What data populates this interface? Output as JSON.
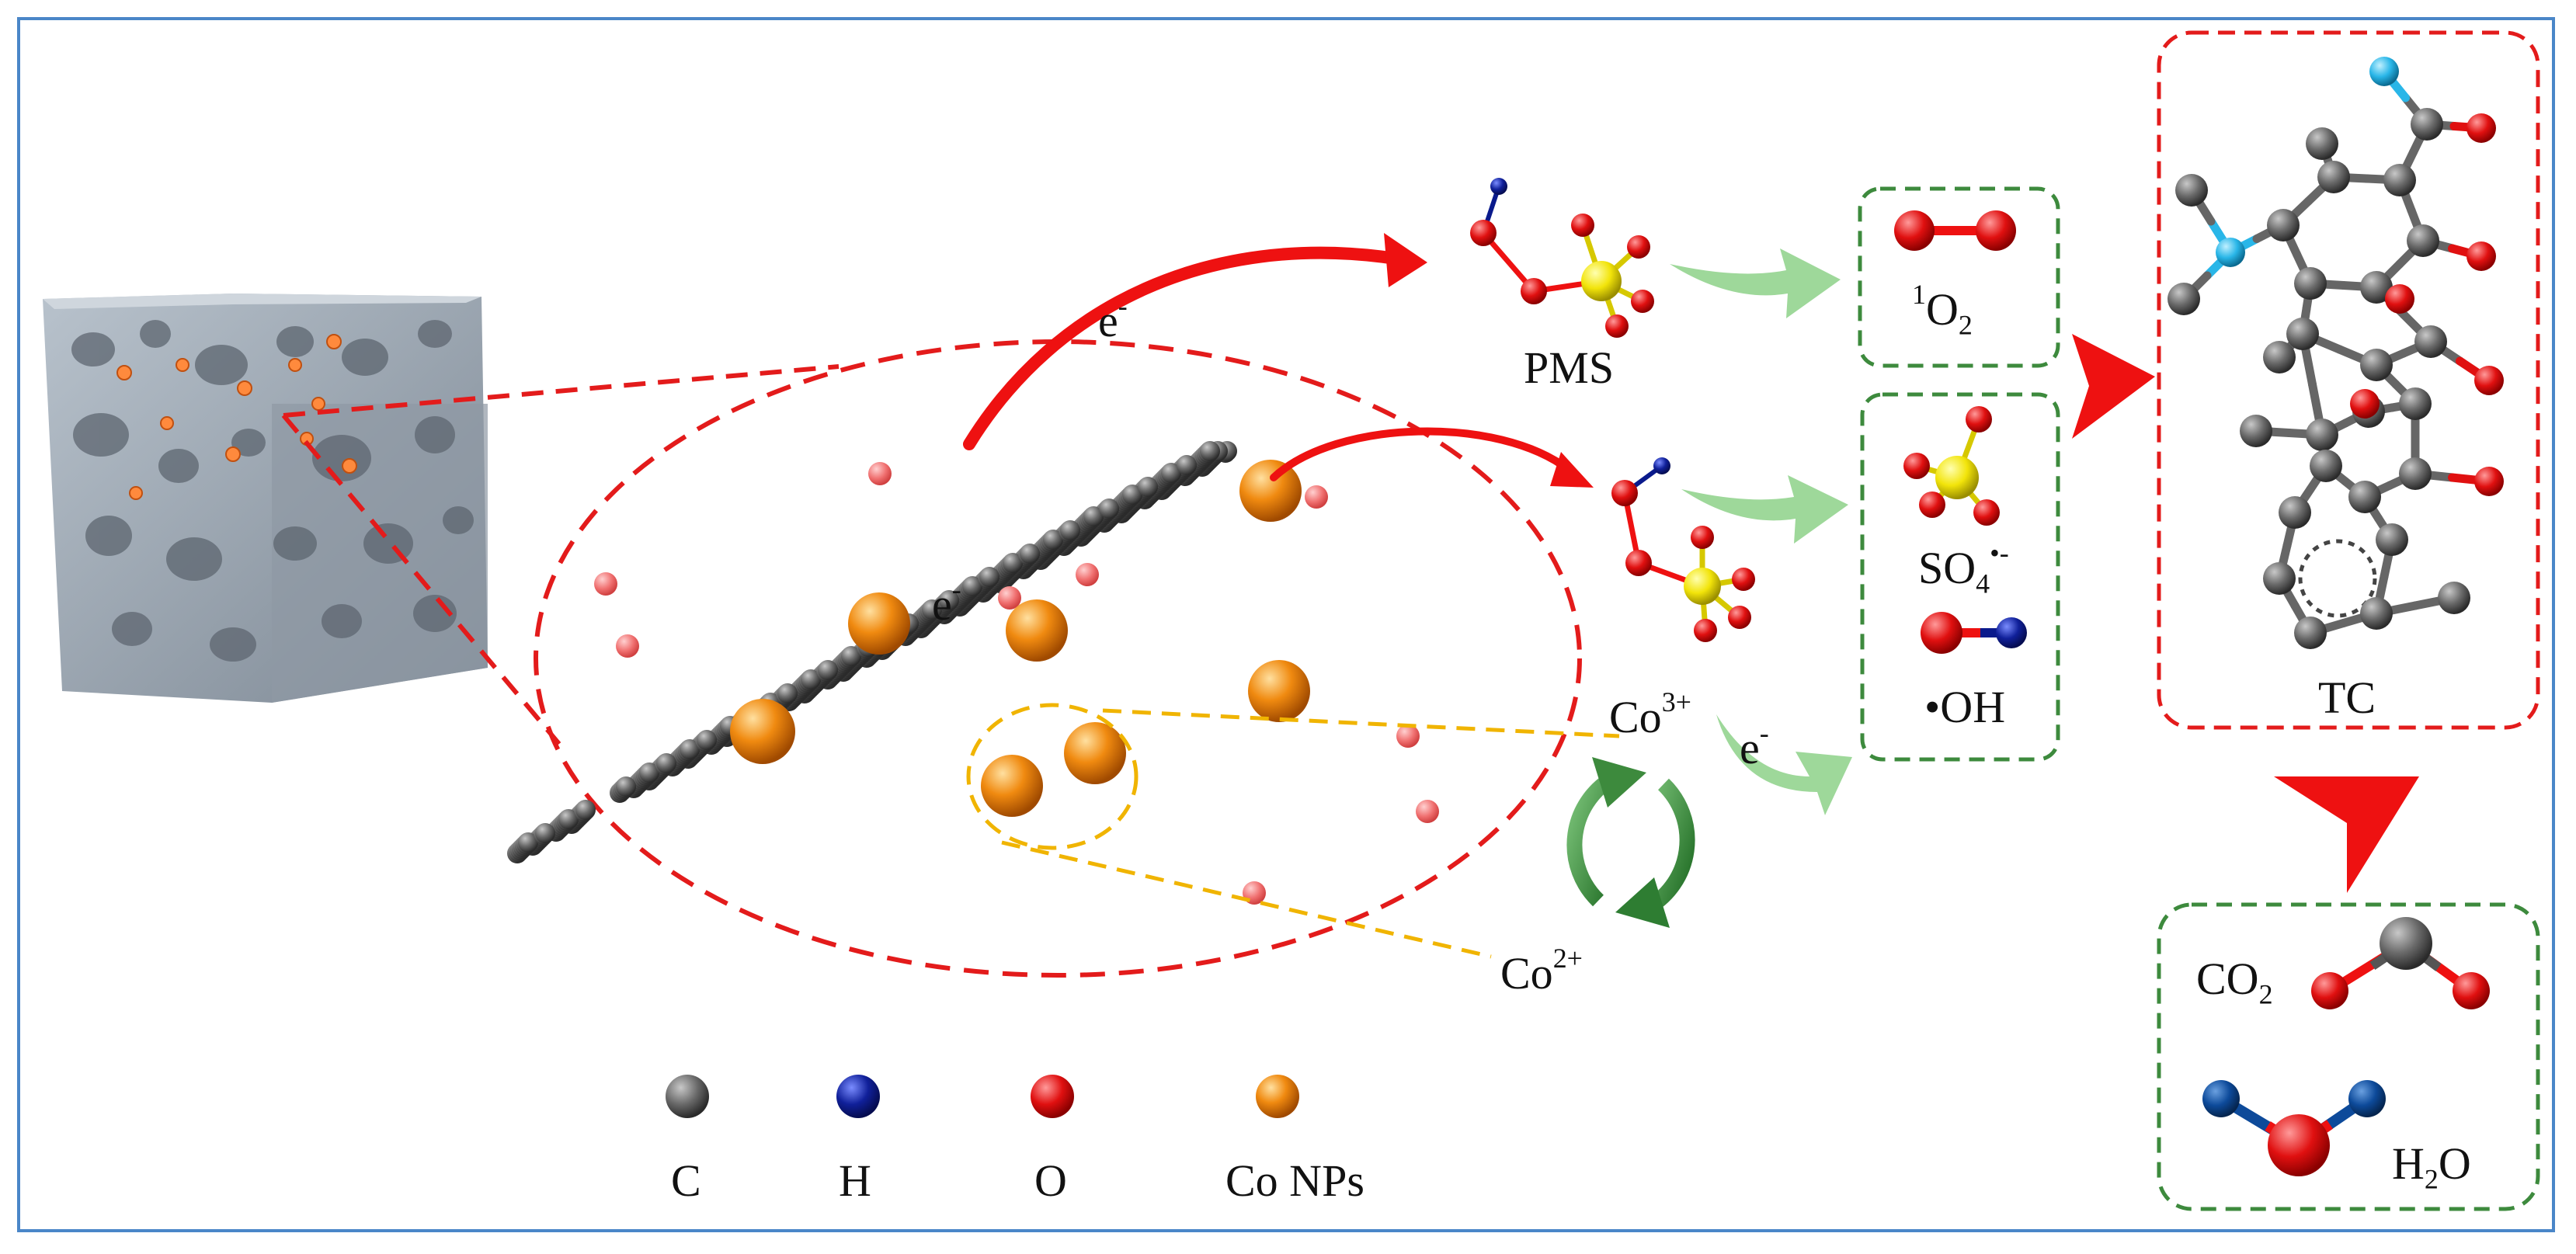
{
  "labels": {
    "e_top": "e",
    "e_top_sup": "-",
    "e_mid": "e",
    "e_mid_sup": "-",
    "e_right": "e",
    "e_right_sup": "-",
    "pms": "PMS",
    "singlet_oxygen_sup": "1",
    "singlet_oxygen_main": "O",
    "singlet_oxygen_sub": "2",
    "sulfate_radical_main": "SO",
    "sulfate_radical_sub": "4",
    "sulfate_radical_sup": "•-",
    "hydroxyl_radical": "•OH",
    "co3_main": "Co",
    "co3_sup": "3+",
    "co2_ion_main": "Co",
    "co2_ion_sup": "2+",
    "tc": "TC",
    "carbon_dioxide_main": "CO",
    "carbon_dioxide_sub": "2",
    "water_main": "H",
    "water_sub": "2",
    "water_end": "O"
  },
  "legend": [
    {
      "label": "C",
      "color": "#6b6b6b"
    },
    {
      "label": "H",
      "color": "#1a1aa8"
    },
    {
      "label": "O",
      "color": "#e01010"
    },
    {
      "label": "Co NPs",
      "color": "#f08a10"
    }
  ],
  "colors": {
    "frame": "#4a86c8",
    "red_dashed": "#e31b1b",
    "green_box": "#3d8a3d",
    "yellow_dashed": "#f0b400",
    "light_green_arrow": "#9ed89a",
    "cycle_green": "#2e7d32",
    "carbon": "#666666",
    "oxygen": "#e01010",
    "hydrogen": "#0a1a8c",
    "sulfur": "#f2e40a",
    "nitrogen": "#29b6e8",
    "cobalt": "#f08a10"
  }
}
